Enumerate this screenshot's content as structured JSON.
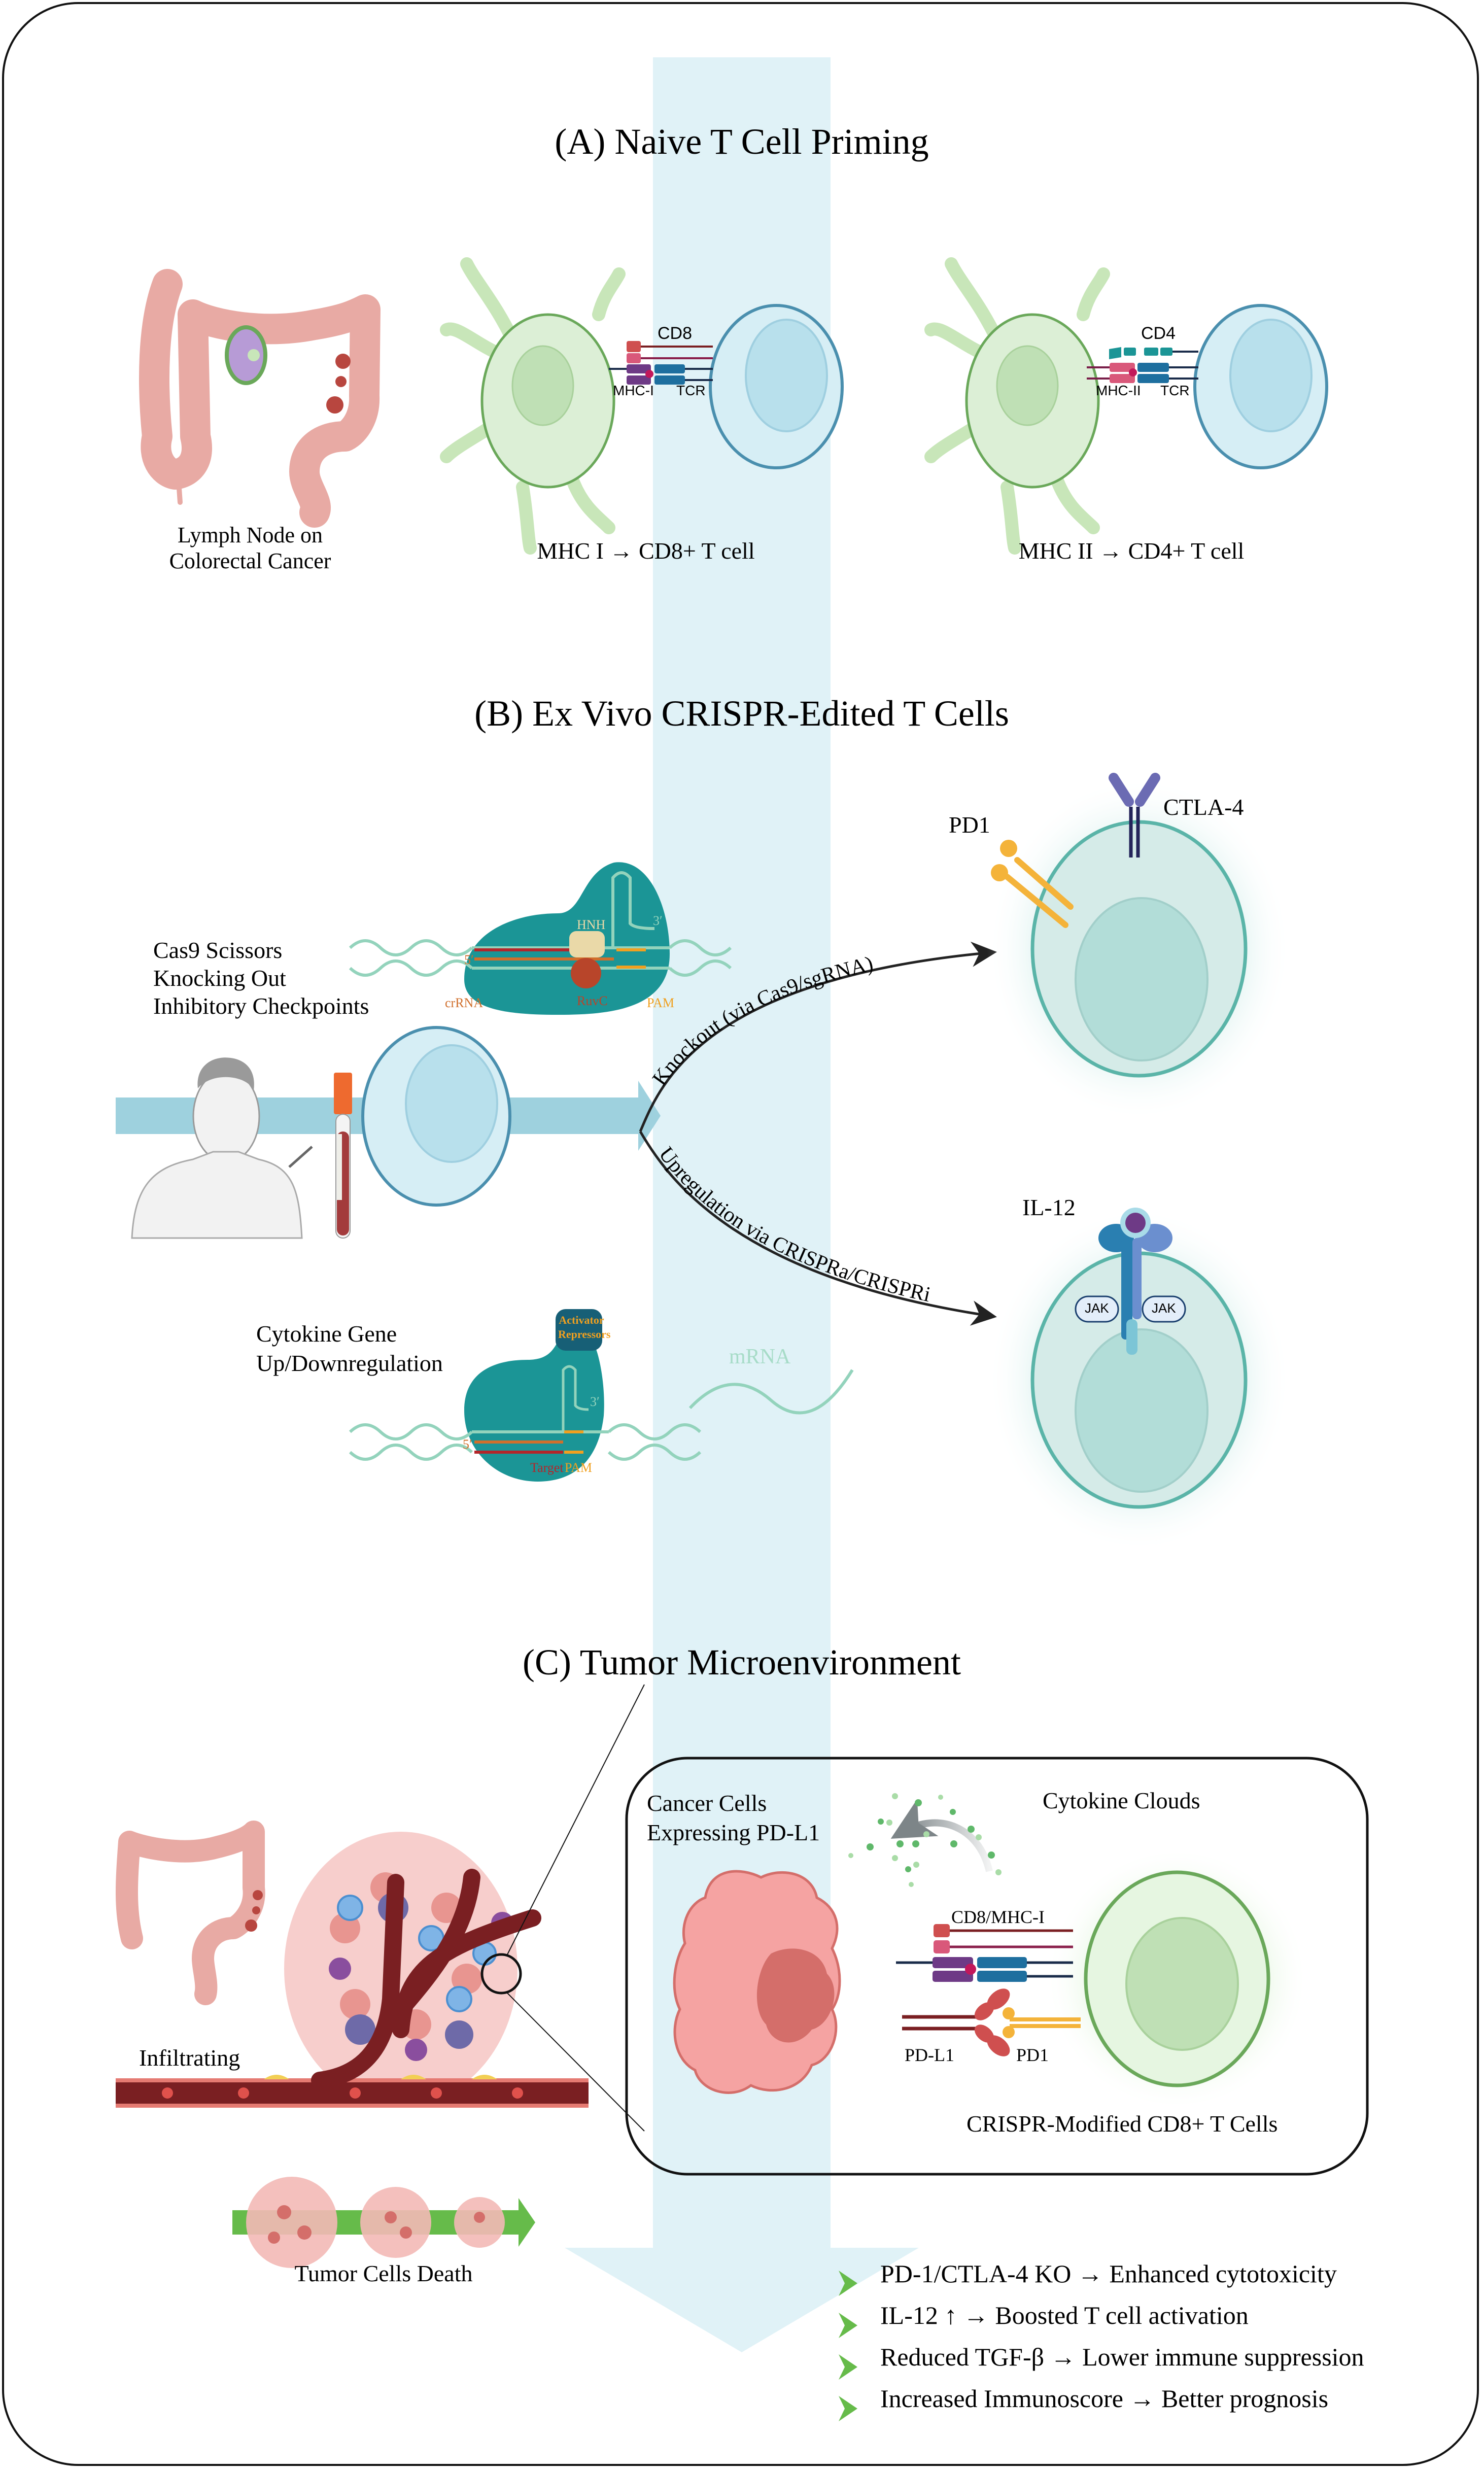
{
  "figure": {
    "sections": {
      "a": {
        "title": "(A)   Naive T Cell Priming",
        "panels": [
          {
            "caption_lines": [
              "Lymph Node on",
              "Colorectal Cancer"
            ]
          },
          {
            "caption": "MHC I → CD8+ T cell",
            "coreceptor": "CD8",
            "mhc": "MHC-I",
            "tcr": "TCR"
          },
          {
            "caption": "MHC II → CD4+ T cell",
            "coreceptor": "CD4",
            "mhc": "MHC-II",
            "tcr": "TCR"
          }
        ]
      },
      "b": {
        "title": "(B)   Ex Vivo CRISPR-Edited T Cells",
        "cas9_caption_lines": [
          "Cas9 Scissors",
          "Knocking Out",
          "Inhibitory Checkpoints"
        ],
        "cas9_labels": {
          "hnh": "HNH",
          "ruvc": "RuvC",
          "crrna": "crRNA",
          "pam": "PAM",
          "five_prime": "5′",
          "three_prime": "3′"
        },
        "cytokine_caption_lines": [
          "Cytokine Gene",
          "Up/Downregulation"
        ],
        "dcas9_labels": {
          "effector_lines": [
            "Activator",
            "Repressors"
          ],
          "target": "Target",
          "pam": "PAM",
          "mrna": "mRNA",
          "five_prime": "5′",
          "three_prime": "3′"
        },
        "knockout_path_label": "Knockout (via Cas9/sgRNA)",
        "upregulation_path_label": "Upregulation via CRISPRa/CRISPRi",
        "knockout_cell": {
          "receptor_1": "PD1",
          "receptor_2": "CTLA-4"
        },
        "cytokine_cell": {
          "ligand": "IL-12",
          "kinase_left": "JAK",
          "kinase_right": "JAK"
        }
      },
      "c": {
        "title": "(C)   Tumor Microenvironment",
        "infiltrating_label": "Infiltrating",
        "tumor_death_label": "Tumor Cells Death",
        "inset": {
          "cancer_label_lines": [
            "Cancer Cells",
            "Expressing PD-L1"
          ],
          "cytokine_label": "Cytokine Clouds",
          "synapse_label": "CD8/MHC-I",
          "pdl1_label": "PD-L1",
          "pd1_label": "PD1",
          "tcell_label": "CRISPR-Modified CD8+ T Cells"
        },
        "outcomes": [
          "PD-1/CTLA-4 KO → Enhanced cytotoxicity",
          "IL-12 ↑ → Boosted T cell activation",
          "Reduced TGF-β → Lower immune suppression",
          "Increased Immunoscore → Better prognosis"
        ]
      }
    },
    "colors": {
      "flow_band": "#e0f2f7",
      "apc_fill": "#dcefd6",
      "apc_stroke": "#6aa85a",
      "tcell_blue_stroke": "#4a8fae",
      "tcell_blue_fill": "#d6eef5",
      "teal_cell_stroke": "#5ab4a8",
      "cas9": "#1b9596",
      "bullet_green": "#66bb4a",
      "colon": "#e8aaa4",
      "vessel": "#7a1f22"
    }
  }
}
